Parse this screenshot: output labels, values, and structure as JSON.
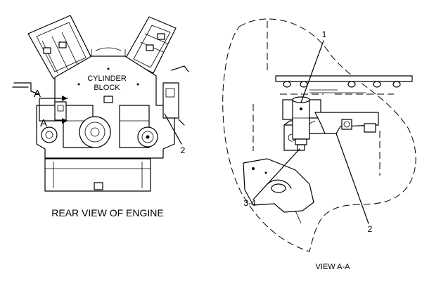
{
  "left_view": {
    "block_label_line1": "CYLINDER",
    "block_label_line2": "BLOCK",
    "section_letter_top": "A",
    "section_letter_bottom": "A",
    "callout_2": "2",
    "caption": "REAR VIEW OF ENGINE"
  },
  "right_view": {
    "callout_1": "1",
    "callout_2": "2",
    "callout_3_4": "3-4",
    "caption": "VIEW A-A"
  }
}
